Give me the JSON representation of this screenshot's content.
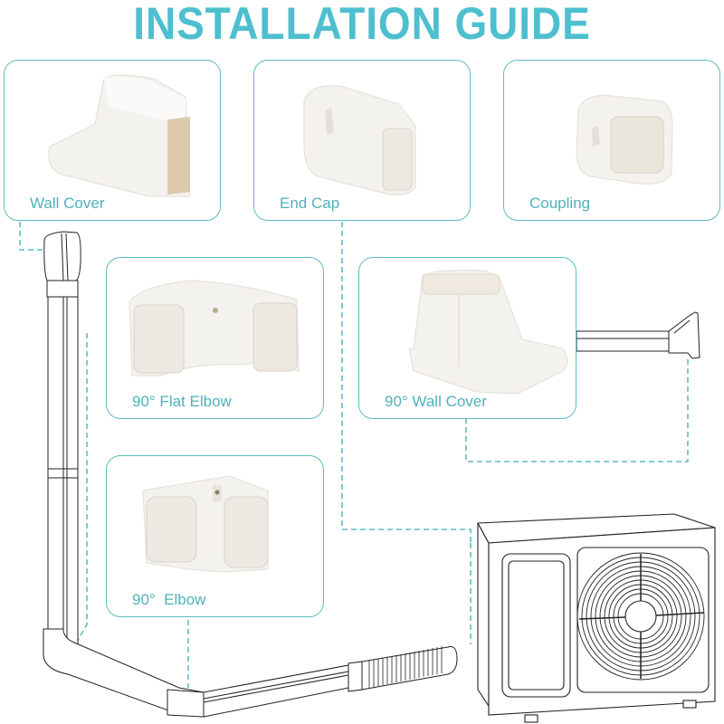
{
  "header": {
    "title": "INSTALLATION GUIDE"
  },
  "colors": {
    "accent": "#4dbfcf",
    "border": "#5dbcc4",
    "label": "#4fb1bb",
    "line_art": "#222222",
    "product": "#f3f1ec"
  },
  "parts": [
    {
      "id": "wall-cover",
      "label": "Wall Cover"
    },
    {
      "id": "end-cap",
      "label": "End Cap"
    },
    {
      "id": "coupling",
      "label": "Coupling"
    },
    {
      "id": "flat-elbow",
      "label": "90° Flat Elbow"
    },
    {
      "id": "wall-cover-90",
      "label": "90° Wall Cover"
    },
    {
      "id": "elbow-90",
      "label": "90°  Elbow"
    }
  ],
  "illustration": {
    "unit": "outdoor-air-conditioner-unit",
    "duct": "line-set-cover-duct"
  }
}
